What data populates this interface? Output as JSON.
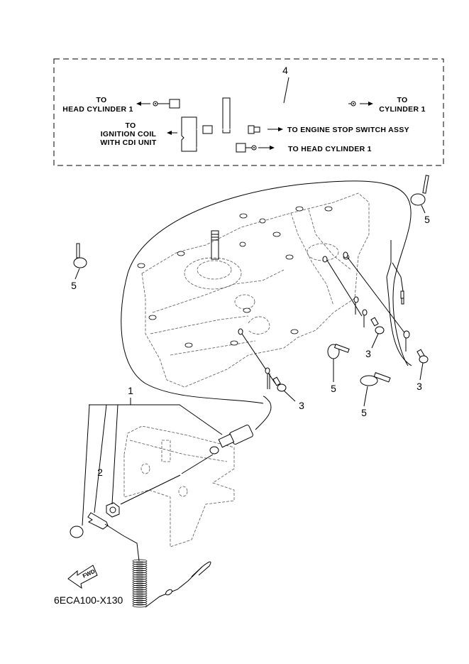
{
  "inset": {
    "part_number": "4",
    "labels": {
      "left_top_1": "TO",
      "left_top_2": "HEAD CYLINDER 1",
      "right_top_1": "TO",
      "right_top_2": "CYLINDER 1",
      "left_mid_1": "TO",
      "left_mid_2": "IGNITION COIL",
      "left_mid_3": "WITH CDI UNIT",
      "right_mid": "TO ENGINE STOP SWITCH ASSY",
      "right_bottom": "TO HEAD CYLINDER 1"
    }
  },
  "callouts": {
    "p1": "1",
    "p2": "2",
    "p3a": "3",
    "p3b": "3",
    "p3c": "3",
    "p5a": "5",
    "p5b": "5",
    "p5c": "5",
    "p5d": "5"
  },
  "fwd_label": "FWD",
  "diagram_code": "6ECA100-X130"
}
